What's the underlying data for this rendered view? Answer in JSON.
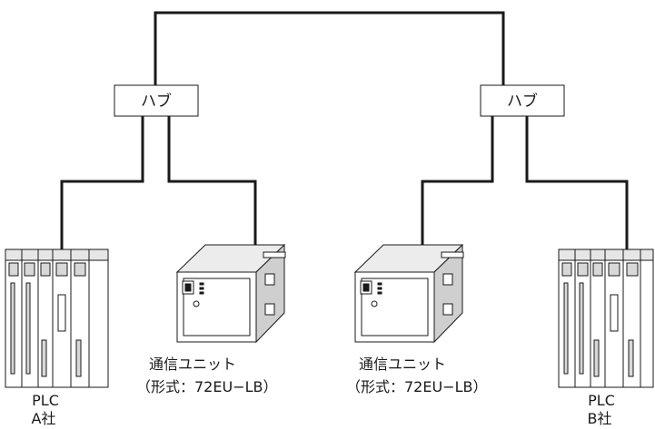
{
  "hubs": [
    {
      "label": "ハブ"
    },
    {
      "label": "ハブ"
    }
  ],
  "comm_units": [
    {
      "line1": "通信ユニット",
      "line2": "（形式：72EU−LB）"
    },
    {
      "line1": "通信ユニット",
      "line2": "（形式：72EU−LB）"
    }
  ],
  "plcs": [
    {
      "line1": "PLC",
      "line2": "A社"
    },
    {
      "line1": "PLC",
      "line2": "B社"
    }
  ]
}
